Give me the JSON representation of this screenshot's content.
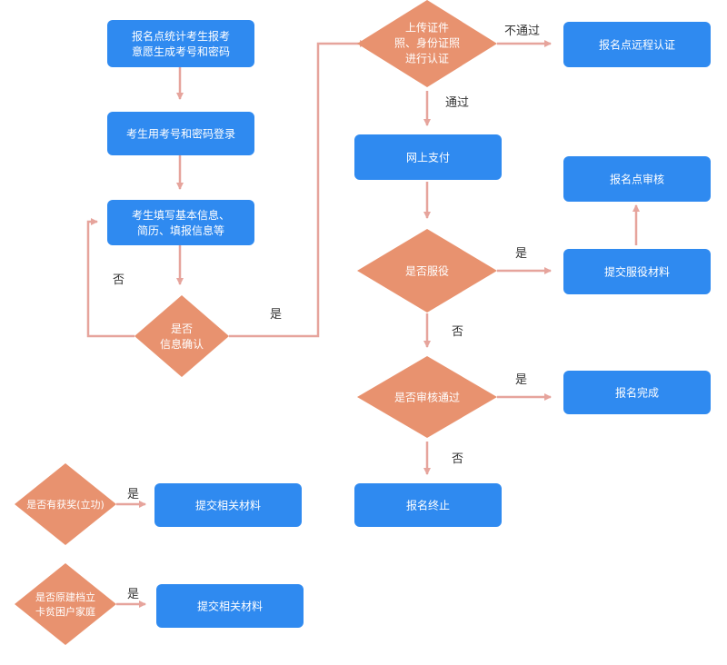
{
  "colors": {
    "box": "#2F8AF0",
    "diamond": "#E8926F",
    "arrow": "#E6A49C",
    "label": "#333333"
  },
  "nodes": {
    "n1": {
      "lines": [
        "报名点统计考生报考",
        "意愿生成考号和密码"
      ]
    },
    "n2": {
      "lines": [
        "考生用考号和密码登录"
      ]
    },
    "n3": {
      "lines": [
        "考生填写基本信息、",
        "简历、填报信息等"
      ]
    },
    "d1": {
      "lines": [
        "是否",
        "信息确认"
      ]
    },
    "d2": {
      "lines": [
        "上传证件",
        "照、身份证照",
        "进行认证"
      ]
    },
    "n4": {
      "lines": [
        "报名点远程认证"
      ]
    },
    "n5": {
      "lines": [
        "网上支付"
      ]
    },
    "n6": {
      "lines": [
        "报名点审核"
      ]
    },
    "d3": {
      "lines": [
        "是否服役"
      ]
    },
    "n7": {
      "lines": [
        "提交服役材料"
      ]
    },
    "d4": {
      "lines": [
        "是否审核通过"
      ]
    },
    "n8": {
      "lines": [
        "报名完成"
      ]
    },
    "n9": {
      "lines": [
        "报名终止"
      ]
    },
    "d5": {
      "lines": [
        "是否有获奖(立功)"
      ]
    },
    "n10": {
      "lines": [
        "提交相关材料"
      ]
    },
    "d6": {
      "lines": [
        "是否原建档立",
        "卡贫困户家庭"
      ]
    },
    "n11": {
      "lines": [
        "提交相关材料"
      ]
    }
  },
  "edge_labels": {
    "no_1": "否",
    "yes_1": "是",
    "fail_2": "不通过",
    "pass_2": "通过",
    "yes_3": "是",
    "no_3": "否",
    "yes_4": "是",
    "no_4": "否",
    "yes_5": "是",
    "yes_6": "是"
  }
}
